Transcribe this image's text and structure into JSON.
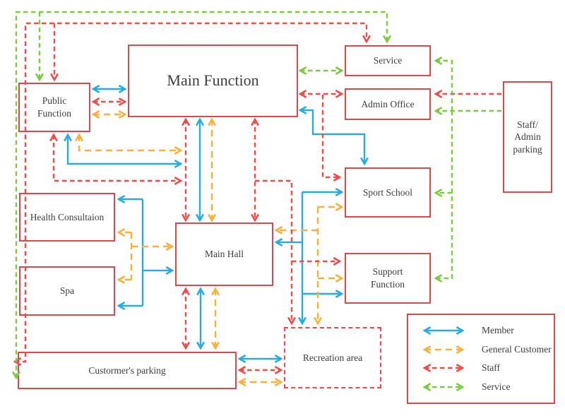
{
  "nodes": {
    "main_function": {
      "label": "Main Function"
    },
    "public_function": {
      "label": "Public Function"
    },
    "service": {
      "label": "Service"
    },
    "admin_office": {
      "label": "Admin Office"
    },
    "staff_admin_parking": {
      "label": "Staff/ Admin parking"
    },
    "sport_school": {
      "label": "Sport School"
    },
    "support_function": {
      "label": "Support Function"
    },
    "health_consultaion": {
      "label": "Health Consultaion"
    },
    "spa": {
      "label": "Spa"
    },
    "main_hall": {
      "label": "Main Hall"
    },
    "recreation_area": {
      "label": "Recreation area"
    },
    "customers_parking": {
      "label": "Custormer's parking"
    }
  },
  "legend": {
    "items": [
      {
        "label": "Member",
        "color": "#29ABE2",
        "line_style": "solid"
      },
      {
        "label": "General Customer",
        "color": "#FBB03B",
        "line_style": "dashed"
      },
      {
        "label": "Staff",
        "color": "#EE4B4B",
        "line_style": "dashed"
      },
      {
        "label": "Service",
        "color": "#7DC944",
        "line_style": "dashed"
      }
    ]
  },
  "colors": {
    "box_border": "#D6494E",
    "member": "#29ABE2",
    "general_customer": "#FBB03B",
    "staff": "#EE4B4B",
    "service": "#7DC944",
    "text": "#3D3D3D",
    "background": "#FFFFFF"
  }
}
